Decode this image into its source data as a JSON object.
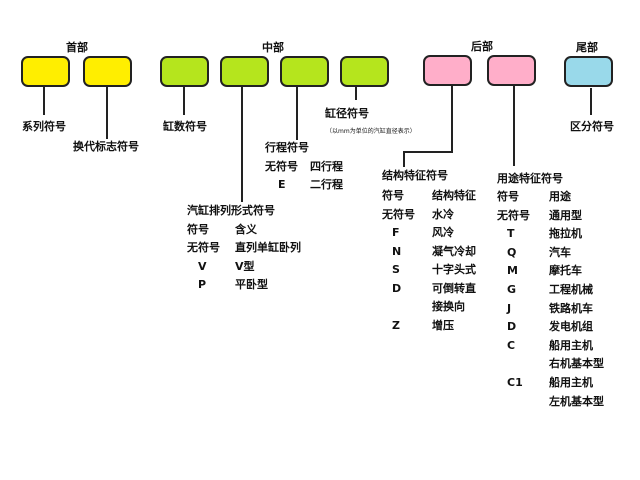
{
  "sections": {
    "head": "首部",
    "middle": "中部",
    "rear": "后部",
    "tail": "尾部"
  },
  "labels": {
    "series": "系列符号",
    "generation": "换代标志符号",
    "cyl_count": "缸数符号",
    "arrangement": "汽缸排列形式符号",
    "stroke": "行程符号",
    "bore": "缸径符号",
    "bore_note": "（以mm为单位的汽缸直径表示）",
    "structure": "结构特征符号",
    "usage": "用途特征符号",
    "distinguish": "区分符号"
  },
  "stroke_table": [
    {
      "sym": "无符号",
      "meaning": "四行程"
    },
    {
      "sym": "E",
      "meaning": "二行程"
    }
  ],
  "arrangement_table": [
    {
      "sym": "符号",
      "meaning": "含义"
    },
    {
      "sym": "无符号",
      "meaning": "直列单缸卧列"
    },
    {
      "sym": "V",
      "meaning": "V型"
    },
    {
      "sym": "P",
      "meaning": "平卧型"
    }
  ],
  "structure_table": [
    {
      "sym": "符号",
      "meaning": "结构特征"
    },
    {
      "sym": "无符号",
      "meaning": "水冷"
    },
    {
      "sym": "F",
      "meaning": "风冷"
    },
    {
      "sym": "N",
      "meaning": "凝气冷却"
    },
    {
      "sym": "S",
      "meaning": "十字头式"
    },
    {
      "sym": "D",
      "meaning": "可倒转直"
    },
    {
      "sym": "",
      "meaning": "接换向"
    },
    {
      "sym": "Z",
      "meaning": "增压"
    }
  ],
  "usage_table": [
    {
      "sym": "符号",
      "meaning": "用途"
    },
    {
      "sym": "无符号",
      "meaning": "通用型"
    },
    {
      "sym": "T",
      "meaning": "拖拉机"
    },
    {
      "sym": "Q",
      "meaning": "汽车"
    },
    {
      "sym": "M",
      "meaning": "摩托车"
    },
    {
      "sym": "G",
      "meaning": "工程机械"
    },
    {
      "sym": "J",
      "meaning": "铁路机车"
    },
    {
      "sym": "D",
      "meaning": "发电机组"
    },
    {
      "sym": "C",
      "meaning": "船用主机"
    },
    {
      "sym": "",
      "meaning": "右机基本型"
    },
    {
      "sym": "C1",
      "meaning": "船用主机"
    },
    {
      "sym": "",
      "meaning": "左机基本型"
    }
  ],
  "colors": {
    "head": "#ffee00",
    "middle": "#b5e51d",
    "rear": "#ffaec9",
    "tail": "#99d9ea"
  }
}
